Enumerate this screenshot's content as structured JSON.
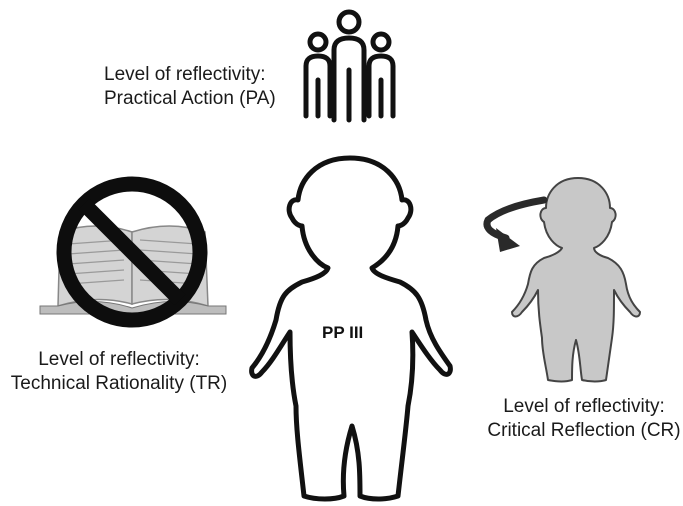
{
  "practical_action": {
    "line1": "Level of reflectivity:",
    "line2": "Practical Action (PA)",
    "icon": "group-of-people-icon"
  },
  "technical_rationality": {
    "line1": "Level of reflectivity:",
    "line2": "Technical Rationality (TR)",
    "icon": "no-book-icon"
  },
  "critical_reflection": {
    "line1": "Level of reflectivity:",
    "line2": "Critical Reflection (CR)",
    "icon": "reflecting-child-icon"
  },
  "center": {
    "label": "PP III",
    "icon": "child-outline-icon"
  },
  "colors": {
    "outline": "#111111",
    "grey_child": "#c8c8c8",
    "prohibition": "#0d0d0d"
  }
}
